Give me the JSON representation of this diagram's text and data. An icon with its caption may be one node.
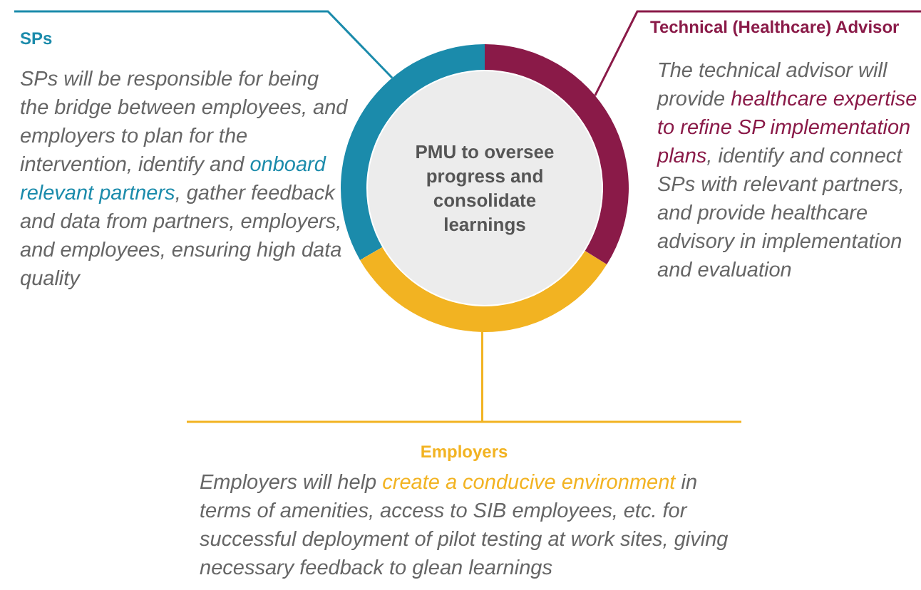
{
  "diagram": {
    "nodes": [
      {
        "text": [
          "PMU to oversee progress and consolidate learnings"
        ]
      },
      {
        "text": [],
        "shape": "arc"
      },
      {
        "text": [],
        "shape": "arc"
      },
      {
        "text": [],
        "shape": "arc"
      },
      {
        "text": [
          "SPs",
          "SPs will be responsible for being the bridge between employees, and employers to plan for the intervention, identify and **onboard relevant partners**, gather feedback and data from partners, employers, and employees, ensuring high data quality"
        ]
      },
      {
        "text": [
          "Technical (Healthcare) Advisor",
          "The technical advisor will provide **healthcare expertise to refine SP implementation plans**, identify and connect SPs with relevant partners, and provide healthcare advisory in implementation and evaluation"
        ]
      },
      {
        "text": [
          "Employers",
          "Employers will help **create a conducive environment** in terms of amenities, access to SIB employees, etc. for successful deployment of pilot testing at work sites, giving necessary feedback to glean learnings"
        ]
      }
    ],
    "edges": [
      {
        "from": 4,
        "to": 1,
        "arrow": "none",
        "color": "#1b8bab"
      },
      {
        "from": 5,
        "to": 3,
        "arrow": "none",
        "color": "#8a1a48"
      },
      {
        "from": 6,
        "to": 2,
        "arrow": "none",
        "color": "#f2b322"
      }
    ]
  }
}
